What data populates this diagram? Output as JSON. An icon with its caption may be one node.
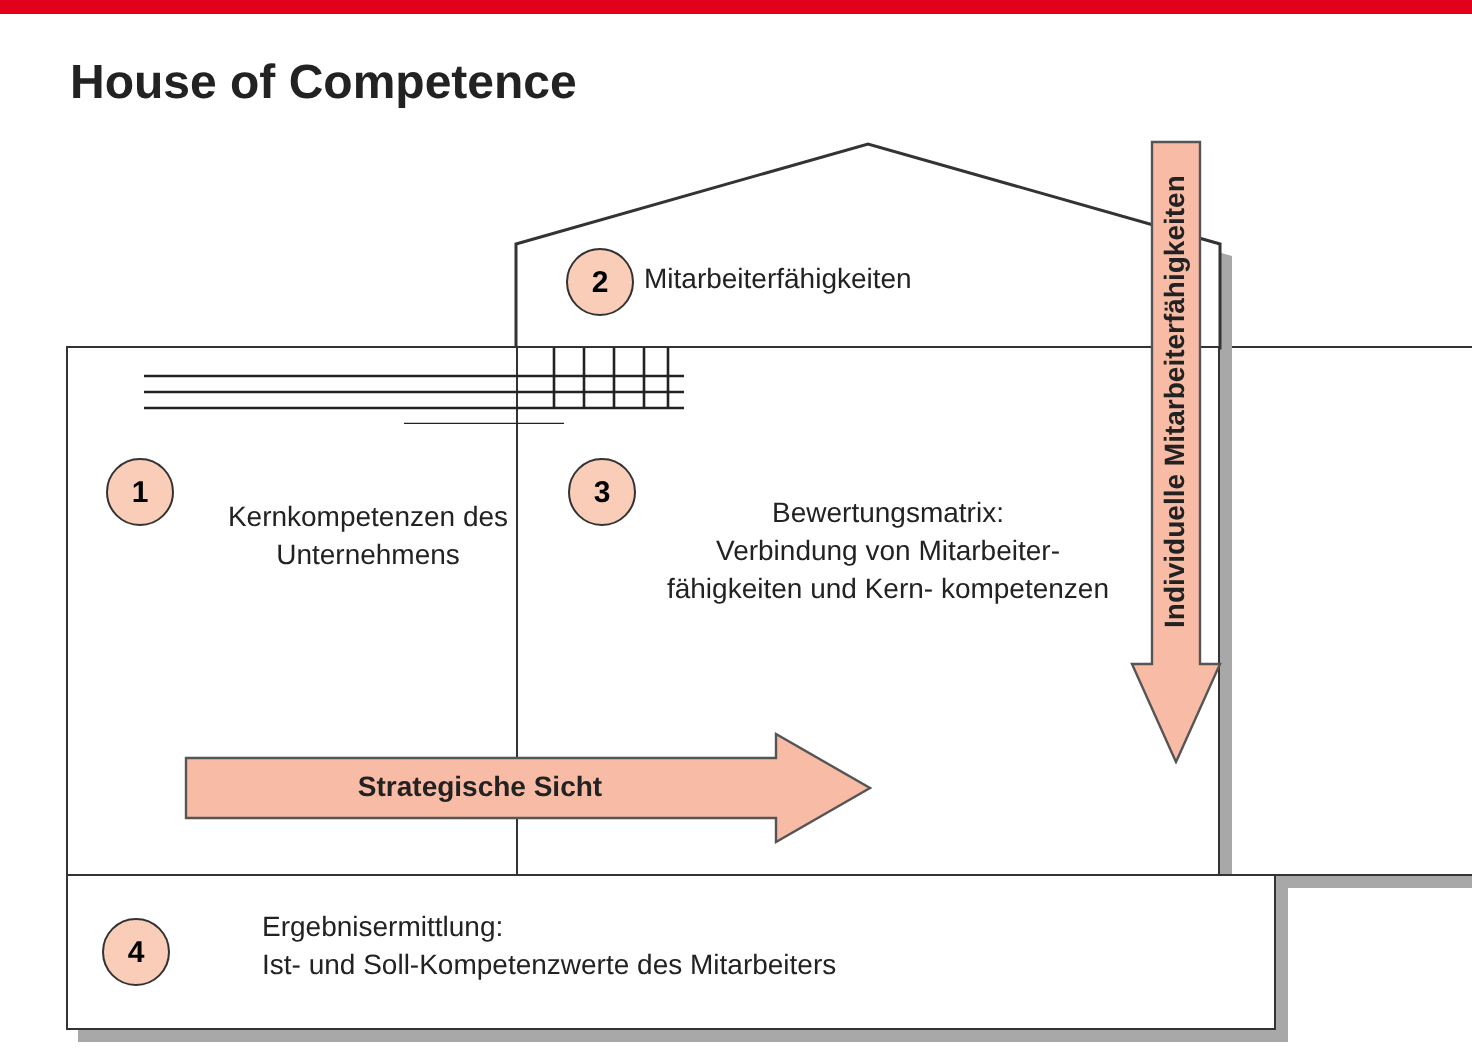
{
  "diagram": {
    "title": "House of Competence",
    "nodes": [
      {
        "text": [
          "Kernkompetenzen des Unternehmens"
        ]
      },
      {
        "text": [
          "1"
        ],
        "in": 0
      },
      {
        "text": [
          "Mitarbeiterfähigkeiten"
        ]
      },
      {
        "text": [
          "2"
        ],
        "in": 2
      },
      {
        "text": [
          "Bewertungsmatrix:",
          "Verbindung von Mitarbeiter- fähigkeiten und Kern- kompetenzen"
        ]
      },
      {
        "text": [
          "3"
        ],
        "in": 4
      },
      {
        "text": [
          "Ergebnisermittlung:",
          "Ist- und Soll-Kompetenzwerte des Mitarbeiters"
        ]
      },
      {
        "text": [
          "4"
        ],
        "in": 6
      },
      {
        "text": [
          "Strategische Sicht"
        ]
      },
      {
        "text": [
          "Individuelle Mitarbeiterfähigkeiten"
        ]
      }
    ],
    "edges": []
  }
}
